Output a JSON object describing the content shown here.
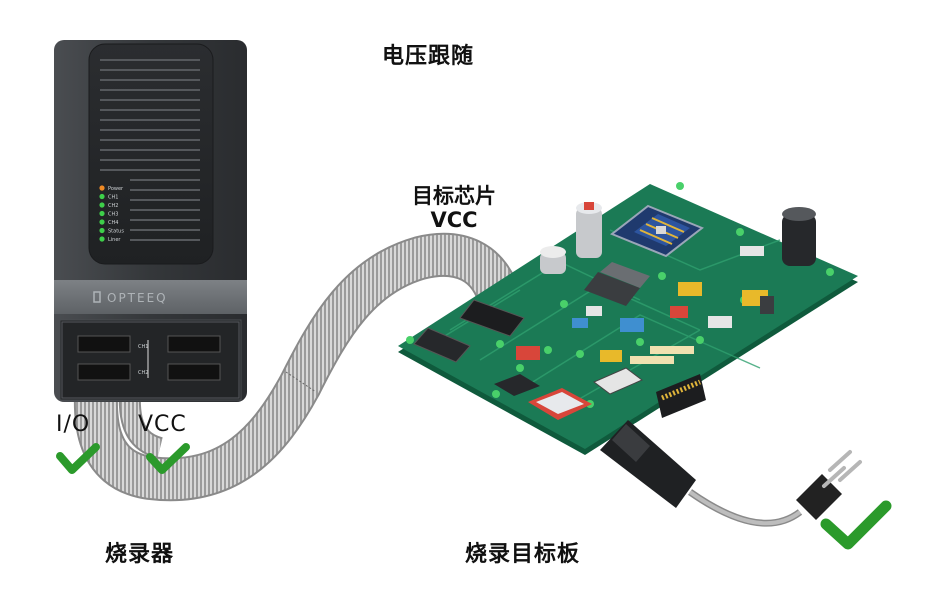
{
  "labels": {
    "title": "电压跟随",
    "target_chip_line1": "目标芯片",
    "target_chip_line2": "VCC",
    "io": "I/O",
    "vcc": "VCC",
    "programmer": "烧录器",
    "target_board": "烧录目标板"
  },
  "programmer_device": {
    "brand": "OPTEEQ",
    "led_labels": [
      "Power",
      "CH1",
      "CH2",
      "CH3",
      "CH4",
      "Status",
      "Liner"
    ],
    "led_colors": [
      "#f08a24",
      "#3ecf4a",
      "#3ecf4a",
      "#3ecf4a",
      "#3ecf4a",
      "#3ecf4a",
      "#3ecf4a"
    ],
    "port_labels": [
      "CH1",
      "CH2"
    ]
  },
  "checks": {
    "io": "ok",
    "vcc": "ok",
    "power": "ok"
  },
  "colors": {
    "check": "#2b9a2b",
    "device_body": "#3a3c3f",
    "pcb": "#1b7a55",
    "cable": "#bfbfbf"
  }
}
